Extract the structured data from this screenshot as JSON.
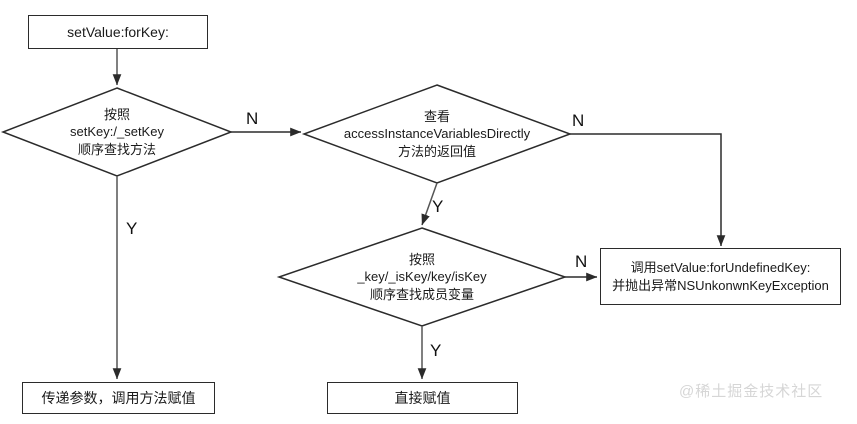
{
  "diagram": {
    "title": "setValue:forKey: KVC flow",
    "background": "#ffffff",
    "stroke": "#2b2b2b",
    "text_color": "#1a1a1a",
    "watermark": "@稀土掘金技术社区"
  },
  "nodes": {
    "start": {
      "shape": "box",
      "lines": [
        "setValue:forKey:"
      ]
    },
    "decision_setter": {
      "shape": "diamond",
      "lines": [
        "按照",
        "setKey:/_setKey",
        "顺序查找方法"
      ]
    },
    "decision_access_ivars": {
      "shape": "diamond",
      "lines": [
        "查看",
        "accessInstanceVariablesDirectly",
        "方法的返回值"
      ]
    },
    "decision_ivar_lookup": {
      "shape": "diamond",
      "lines": [
        "按照",
        "_key/_isKey/key/isKey",
        "顺序查找成员变量"
      ]
    },
    "action_call_setter": {
      "shape": "box",
      "lines": [
        "传递参数，调用方法赋值"
      ]
    },
    "action_direct_assign": {
      "shape": "box",
      "lines": [
        "直接赋值"
      ]
    },
    "action_undefined_key": {
      "shape": "box",
      "lines": [
        "调用setValue:forUndefinedKey:",
        "并抛出异常NSUnkonwnKeyException"
      ]
    }
  },
  "edge_labels": {
    "setter_no": "N",
    "setter_yes": "Y",
    "access_no": "N",
    "access_yes": "Y",
    "ivar_no": "N",
    "ivar_yes": "Y"
  }
}
